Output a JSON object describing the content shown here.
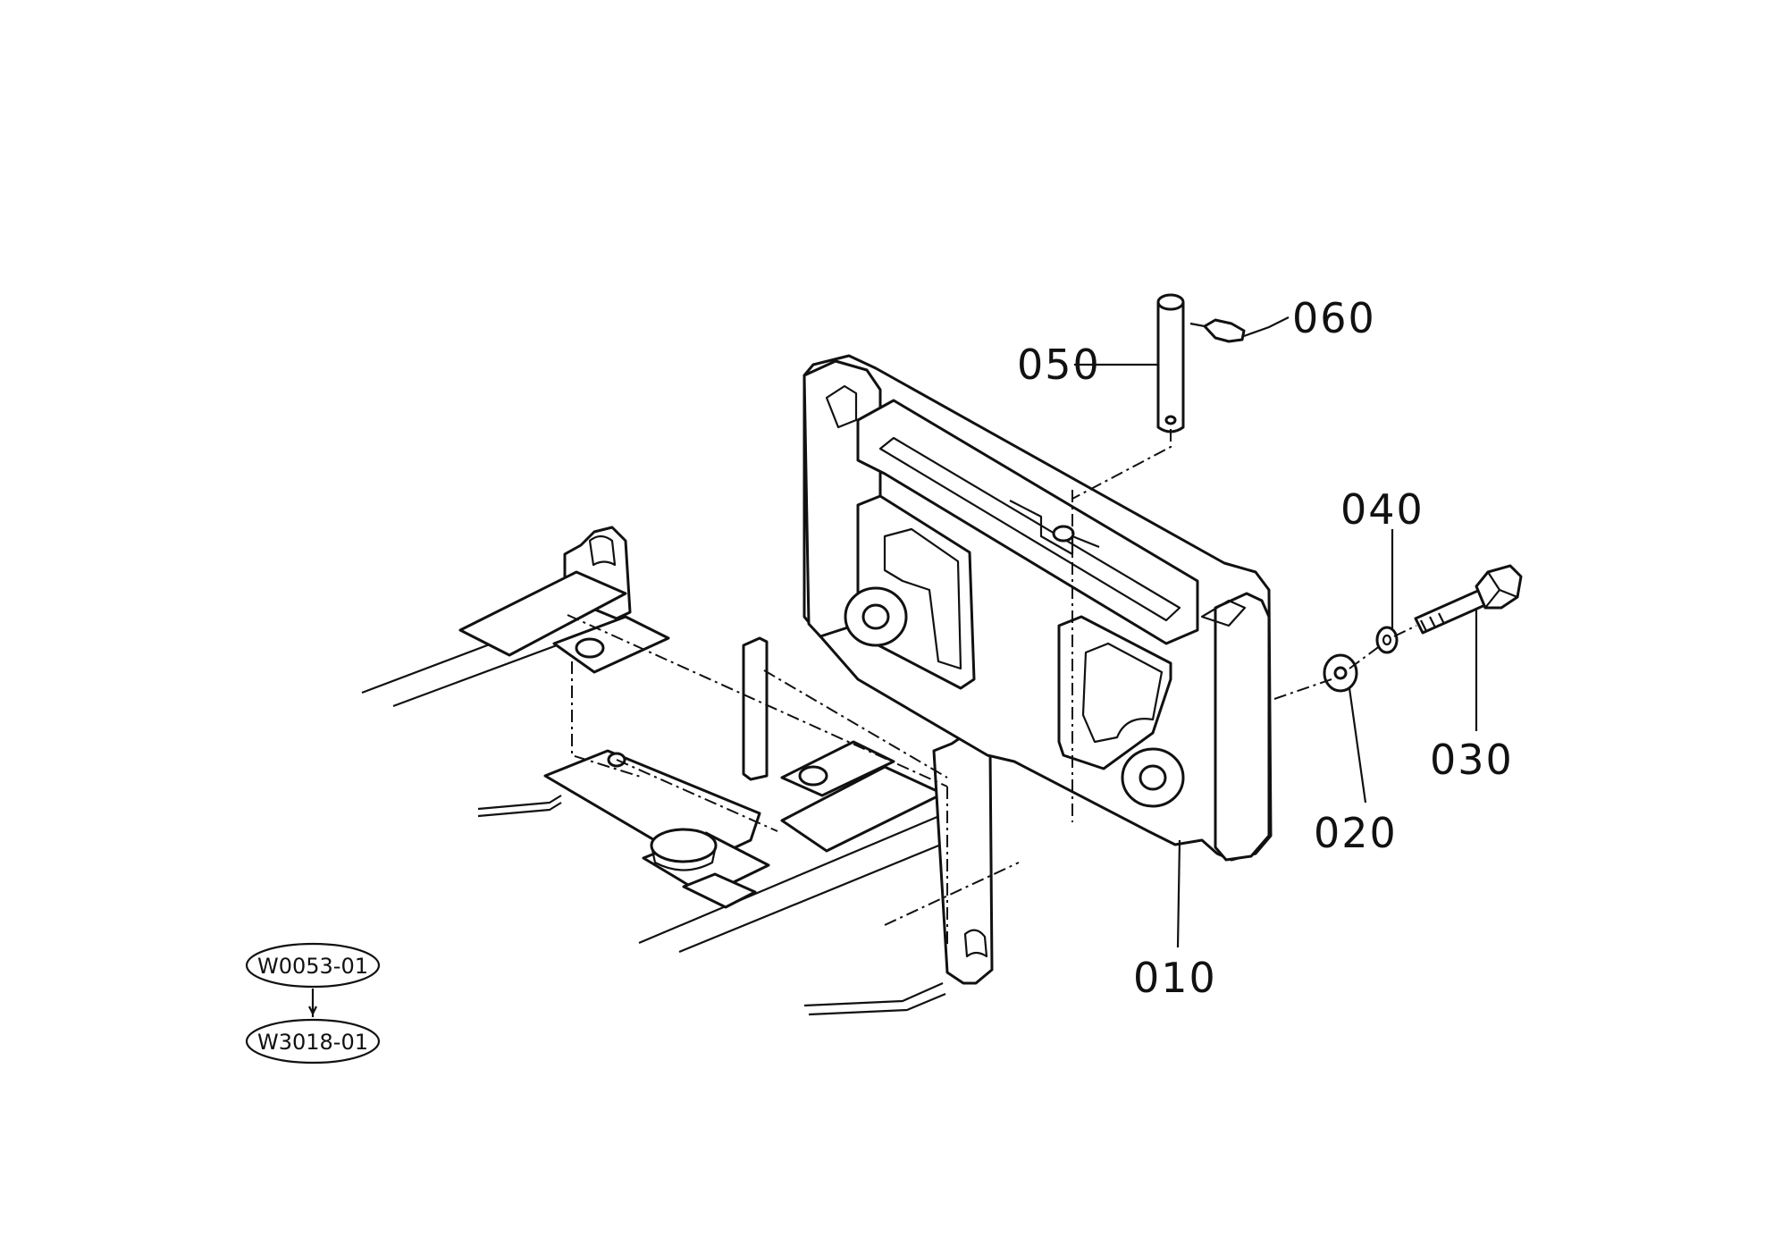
{
  "callouts": {
    "part_010": "010",
    "part_020": "020",
    "part_030": "030",
    "part_040": "040",
    "part_050": "050",
    "part_060": "060"
  },
  "references": {
    "upper": "W0053-01",
    "lower": "W3018-01"
  }
}
